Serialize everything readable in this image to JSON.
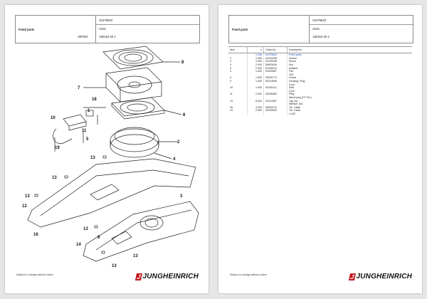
{
  "left_page": {
    "header": {
      "section": "Fixed parts",
      "doc_id": "51376843",
      "name": "0215",
      "prefix": "087604",
      "code": "150416 00 1"
    },
    "callouts": [
      "8",
      "7",
      "6",
      "18",
      "10",
      "1",
      "11",
      "5",
      "19",
      "2",
      "4",
      "13",
      "13",
      "13",
      "12",
      "16",
      "13",
      "9",
      "14",
      "13",
      "3",
      "13"
    ],
    "footer_note": "Subject to change without notice",
    "logo": "JUNGHEINRICH"
  },
  "right_page": {
    "header": {
      "section": "Fixed parts",
      "doc_id": "51376843",
      "name": "0215",
      "code": "150416 00 2"
    },
    "table": {
      "columns": [
        "Item",
        "n",
        "Order-Nr.",
        "Description"
      ],
      "rows": [
        [
          "",
          "1.000",
          "51376843",
          "Fixed parts"
        ],
        [
          "1",
          "1.000",
          "51234236",
          "Nozzle"
        ],
        [
          "2",
          "2.000",
          "51225185",
          "Screw"
        ],
        [
          "3",
          "2.000",
          "08903440",
          "Nut"
        ],
        [
          "4",
          "2.000",
          "51226214",
          "Adapter"
        ],
        [
          "5",
          "1.000",
          "51525367",
          "Fan"
        ],
        [
          "",
          "",
          "",
          "24V"
        ],
        [
          "6",
          "1.000",
          "29200774",
          "Guard"
        ],
        [
          "9",
          "1.000",
          "50123595",
          "Housing, Plug"
        ],
        [
          "",
          "",
          "",
          "4 pol"
        ],
        [
          "10",
          "1.000",
          "50190114",
          "Seal"
        ],
        [
          "",
          "",
          "",
          "4 pol"
        ],
        [
          "11",
          "2.000",
          "50256383",
          "Plug"
        ],
        [
          "",
          "",
          "",
          "Wired plug (FT+DL)"
        ],
        [
          "13",
          "8.000",
          "04114457",
          "Clip nut"
        ],
        [
          "",
          "",
          "",
          "M6/hall, 5x4"
        ],
        [
          "18",
          "4.000",
          "06005741",
          "Tie, Cable"
        ],
        [
          "19",
          "2.000",
          "00005529",
          "Tie, Cable"
        ],
        [
          "",
          "",
          "",
          "l=150"
        ]
      ]
    },
    "footer_note": "Subject to change without notice",
    "logo": "JUNGHEINRICH"
  },
  "colors": {
    "accent": "#1a4fb3",
    "logo_red": "#c0161c"
  }
}
